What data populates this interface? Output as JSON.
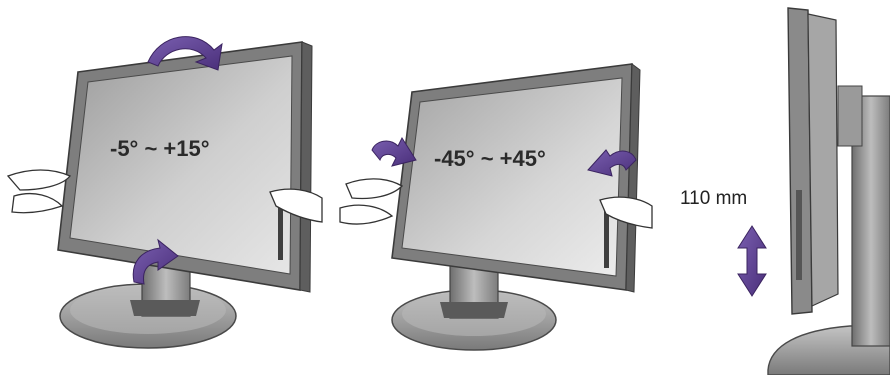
{
  "figure": {
    "tilt": {
      "range_label": "-5° ~ +15°"
    },
    "swivel": {
      "range_label": "-45° ~ +45°"
    },
    "height": {
      "adjust_label": "110 mm"
    }
  },
  "colors": {
    "arrow": "#5b3e8c",
    "bezel": "#8e8e8e",
    "bezel_dark": "#5a5a5a",
    "screen_light": "#d4d4d4",
    "screen_dark": "#8a8a8a",
    "stand": "#9a9a9a",
    "base": "#a8a8a8",
    "outline": "#3a3a3a"
  },
  "icons": [
    "tilt-arrow-icon",
    "swivel-arrow-icon",
    "height-arrow-icon",
    "hand-icon"
  ]
}
